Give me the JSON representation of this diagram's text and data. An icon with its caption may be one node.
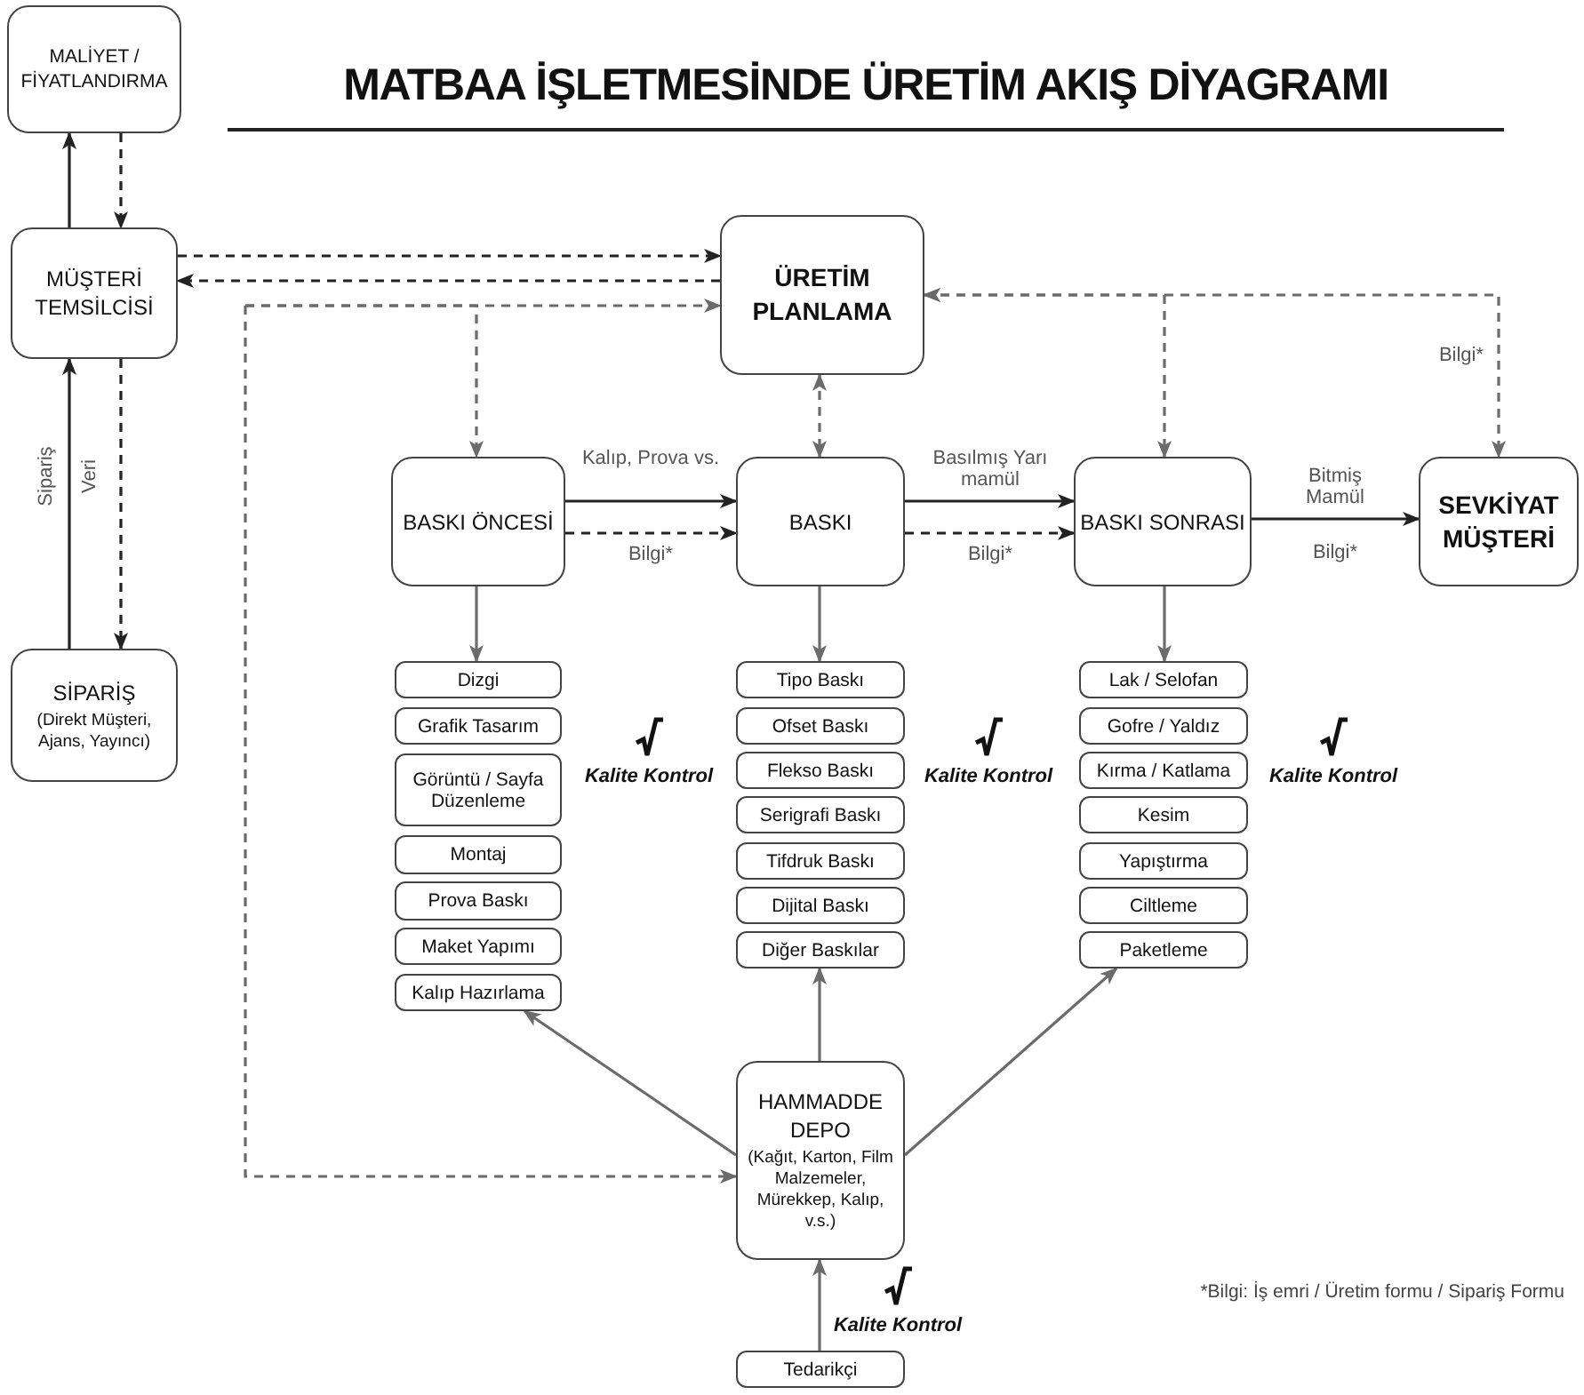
{
  "diagram": {
    "title": "MATBAA İŞLETMESİNDE ÜRETİM AKIŞ DİYAGRAMI",
    "nodes": [
      {
        "text": [
          "MALİYET / FİYATLANDIRMA"
        ]
      },
      {
        "text": [
          "MÜŞTERİ TEMSİLCİSİ"
        ]
      },
      {
        "text": [
          "SİPARİŞ",
          "(Direkt Müşteri, Ajans, Yayıncı)"
        ]
      },
      {
        "text": [
          "ÜRETİM PLANLAMA"
        ]
      },
      {
        "text": [
          "BASKI ÖNCESİ"
        ]
      },
      {
        "text": [
          "BASKI"
        ]
      },
      {
        "text": [
          "BASKI SONRASI"
        ]
      },
      {
        "text": [
          "SEVKİYAT MÜŞTERİ"
        ]
      },
      {
        "text": [
          "Dizgi"
        ]
      },
      {
        "text": [
          "Grafik Tasarım"
        ]
      },
      {
        "text": [
          "Görüntü / Sayfa Düzenleme"
        ]
      },
      {
        "text": [
          "Montaj"
        ]
      },
      {
        "text": [
          "Prova Baskı"
        ]
      },
      {
        "text": [
          "Maket Yapımı"
        ]
      },
      {
        "text": [
          "Kalıp Hazırlama"
        ]
      },
      {
        "text": [
          "Tipo Baskı"
        ]
      },
      {
        "text": [
          "Ofset Baskı"
        ]
      },
      {
        "text": [
          "Flekso Baskı"
        ]
      },
      {
        "text": [
          "Serigrafi Baskı"
        ]
      },
      {
        "text": [
          "Tifdruk Baskı"
        ]
      },
      {
        "text": [
          "Dijital Baskı"
        ]
      },
      {
        "text": [
          "Diğer Baskılar"
        ]
      },
      {
        "text": [
          "Lak / Selofan"
        ]
      },
      {
        "text": [
          "Gofre / Yaldız"
        ]
      },
      {
        "text": [
          "Kırma / Katlama"
        ]
      },
      {
        "text": [
          "Kesim"
        ]
      },
      {
        "text": [
          "Yapıştırma"
        ]
      },
      {
        "text": [
          "Ciltleme"
        ]
      },
      {
        "text": [
          "Paketleme"
        ]
      },
      {
        "text": [
          "HAMMADDE DEPO",
          "(Kağıt, Karton, Film Malzemeler, Mürekkep, Kalıp, v.s.)"
        ]
      },
      {
        "text": [
          "Tedarikçi"
        ]
      }
    ],
    "edges": [
      {
        "from": 1,
        "to": 0,
        "arrow": "to",
        "color": "#222222"
      },
      {
        "from": 0,
        "to": 1,
        "arrow": "to",
        "style": "dashed",
        "color": "#222222"
      },
      {
        "from": 2,
        "to": 1,
        "arrow": "to",
        "label": "Sipariş",
        "color": "#222222"
      },
      {
        "from": 1,
        "to": 2,
        "arrow": "to",
        "label": "Veri",
        "style": "dashed",
        "color": "#222222"
      },
      {
        "from": 1,
        "to": 3,
        "arrow": "to",
        "style": "dashed",
        "color": "#222222"
      },
      {
        "from": 3,
        "to": 1,
        "arrow": "to",
        "style": "dashed",
        "color": "#222222"
      },
      {
        "from": null,
        "to": 3,
        "arrow": "to",
        "style": "dashed"
      },
      {
        "from": null,
        "to": 4,
        "arrow": "to",
        "style": "dashed"
      },
      {
        "from": null,
        "to": 29,
        "arrow": "to",
        "style": "dashed"
      },
      {
        "from": 3,
        "to": 6,
        "arrow": "both",
        "style": "dashed"
      },
      {
        "from": 3,
        "to": 7,
        "arrow": "both",
        "label": "Bilgi*",
        "style": "dashed"
      },
      {
        "from": 3,
        "to": 5,
        "arrow": "both",
        "style": "dashed"
      },
      {
        "from": 4,
        "to": 5,
        "arrow": "to",
        "label": "Kalıp, Prova vs.",
        "color": "#222222"
      },
      {
        "from": 4,
        "to": 5,
        "arrow": "to",
        "label": "Bilgi*",
        "style": "dashed",
        "color": "#222222"
      },
      {
        "from": 5,
        "to": 6,
        "arrow": "to",
        "label": "Basılmış Yarı mamül",
        "color": "#222222"
      },
      {
        "from": 5,
        "to": 6,
        "arrow": "to",
        "label": "Bilgi*",
        "style": "dashed",
        "color": "#222222"
      },
      {
        "from": 6,
        "to": 7,
        "arrow": "to",
        "label": "Bitmiş Mamül",
        "color": "#222222"
      },
      {
        "from": 4,
        "to": 8,
        "arrow": "to"
      },
      {
        "from": 5,
        "to": 15,
        "arrow": "to"
      },
      {
        "from": 6,
        "to": 22,
        "arrow": "to"
      },
      {
        "from": 29,
        "to": 14,
        "arrow": "to"
      },
      {
        "from": 29,
        "to": 21,
        "arrow": "to"
      },
      {
        "from": 29,
        "to": 28,
        "arrow": "to"
      },
      {
        "from": 30,
        "to": 29,
        "arrow": "to"
      }
    ],
    "labels": [
      "Bilgi*",
      "Kalite Kontrol",
      "Kalite Kontrol",
      "Kalite Kontrol",
      "Kalite Kontrol",
      "*Bilgi: İş emri / Üretim formu / Sipariş Formu"
    ]
  }
}
